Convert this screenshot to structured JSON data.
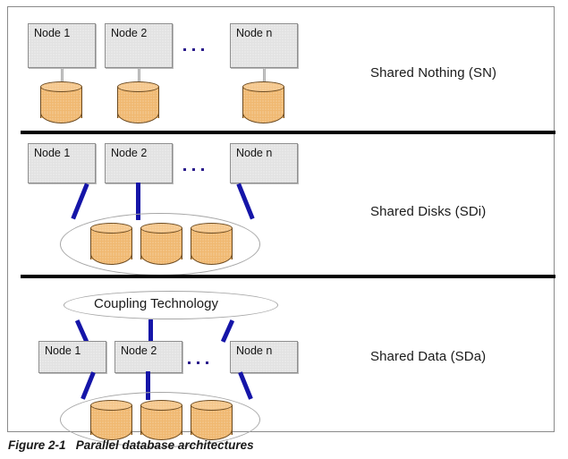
{
  "figure": {
    "caption_prefix": "Figure 2-1",
    "caption_text": "Parallel database architectures",
    "caption_full": "Figure 2-1   Parallel database architectures"
  },
  "colors": {
    "node_fill": "#e2e2e2",
    "node_border": "#8f8f8f",
    "disk_fill": "#f0b870",
    "disk_top": "#f5c78c",
    "disk_border": "#6b4a21",
    "link_blue": "#1515a8",
    "link_gray": "#c9c9c9",
    "ellipse_gray": "#a6a6a6",
    "separator_black": "#000000",
    "frame_gray": "#8a8a8a",
    "dot_blue": "#2b1b8c"
  },
  "panels": [
    {
      "id": "shared-nothing",
      "label": "Shared Nothing (SN)",
      "nodes": [
        {
          "label": "Node 1"
        },
        {
          "label": "Node 2"
        },
        {
          "label": "Node n"
        }
      ],
      "ellipsis": "...",
      "disks": 3,
      "connector_style": "thin-gray",
      "has_disk_group_ellipse": false,
      "has_coupling_ellipse": false
    },
    {
      "id": "shared-disks",
      "label": "Shared Disks (SDi)",
      "nodes": [
        {
          "label": "Node 1"
        },
        {
          "label": "Node 2"
        },
        {
          "label": "Node n"
        }
      ],
      "ellipsis": "...",
      "disks": 3,
      "connector_style": "thick-blue",
      "has_disk_group_ellipse": true,
      "has_coupling_ellipse": false
    },
    {
      "id": "shared-data",
      "label": "Shared Data (SDa)",
      "coupling_label": "Coupling Technology",
      "nodes": [
        {
          "label": "Node 1"
        },
        {
          "label": "Node 2"
        },
        {
          "label": "Node n"
        }
      ],
      "ellipsis": "...",
      "disks": 3,
      "connector_style": "thick-blue",
      "has_disk_group_ellipse": true,
      "has_coupling_ellipse": true
    }
  ]
}
